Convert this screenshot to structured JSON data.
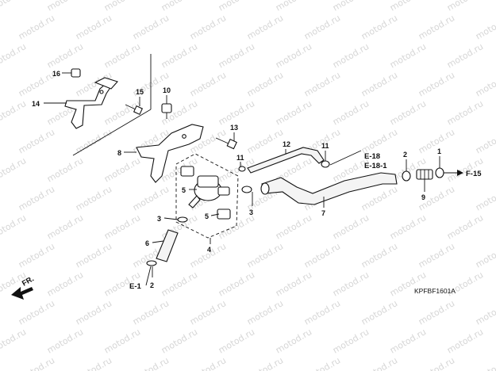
{
  "watermark": "motod.ru",
  "callouts": {
    "n1": "1",
    "n2a": "2",
    "n2b": "2",
    "n3a": "3",
    "n3b": "3",
    "n4": "4",
    "n5a": "5",
    "n5b": "5",
    "n6": "6",
    "n7": "7",
    "n8": "8",
    "n9": "9",
    "n10": "10",
    "n11a": "11",
    "n11b": "11",
    "n12": "12",
    "n13": "13",
    "n14": "14",
    "n15": "15",
    "n16": "16"
  },
  "refs": {
    "e18": "E-18",
    "e18_1": "E-18-1",
    "f15": "F-15",
    "e1": "E-1",
    "fr": "FR."
  },
  "diagram_code": "KPFBF1601A",
  "icons": [
    "front-arrow-icon",
    "reference-arrow-icon"
  ]
}
